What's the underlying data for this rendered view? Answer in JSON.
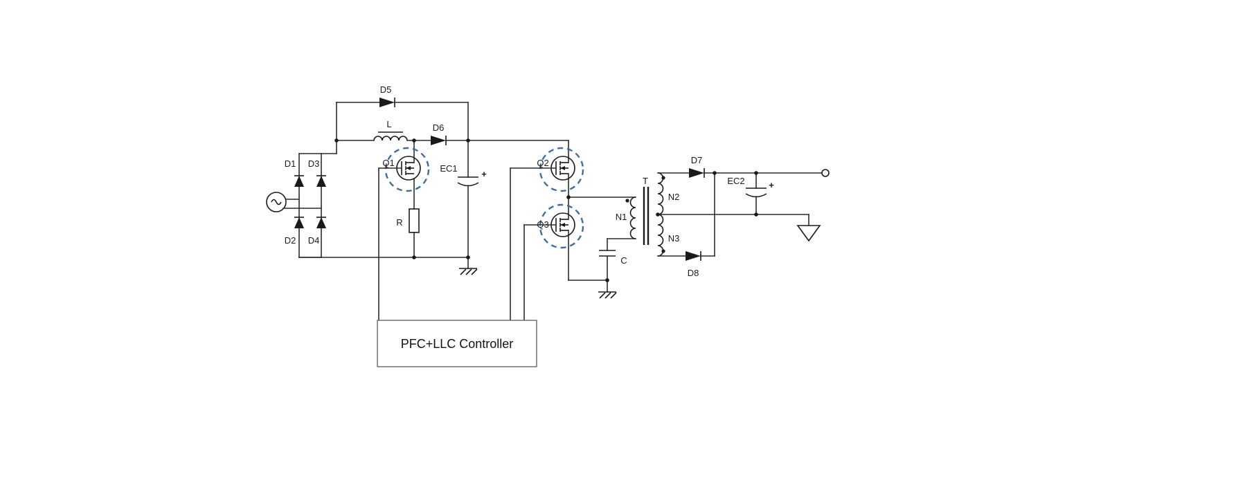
{
  "diagram": {
    "type": "circuit-schematic",
    "description": "PFC plus LLC resonant power supply schematic",
    "controller_label": "PFC+LLC Controller",
    "components": {
      "bridge": {
        "d1": "D1",
        "d2": "D2",
        "d3": "D3",
        "d4": "D4"
      },
      "pfc": {
        "d5": "D5",
        "d6": "D6",
        "l": "L",
        "q1": "Q1",
        "r": "R",
        "ec1": "EC1",
        "ec1_plus": "+"
      },
      "llc": {
        "q2": "Q2",
        "q3": "Q3",
        "c": "C"
      },
      "transformer": {
        "t": "T",
        "n1": "N1",
        "n2": "N2",
        "n3": "N3"
      },
      "output": {
        "d7": "D7",
        "d8": "D8",
        "ec2": "EC2",
        "ec2_plus": "+"
      }
    },
    "colors": {
      "wire": "#2b2b2b",
      "component": "#1a1a1a",
      "mosfet_highlight": "#3e6e9e",
      "background": "#ffffff"
    }
  }
}
